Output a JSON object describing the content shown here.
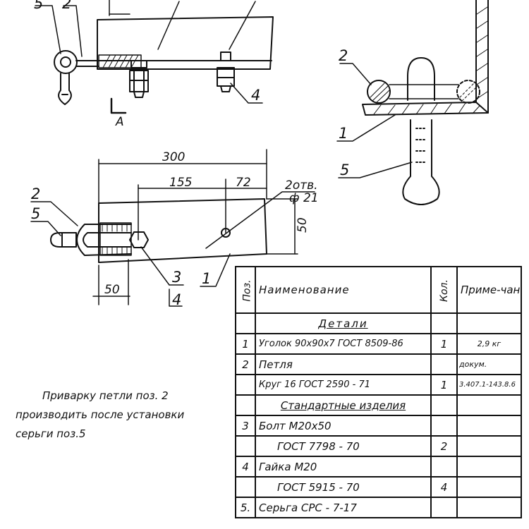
{
  "drawing": {
    "top_view": {
      "dims": {
        "overall": "300",
        "hole_pos": "155",
        "hole_edge": "72",
        "width": "50",
        "loop": "50"
      },
      "hole_note_1": "2отв.",
      "hole_note_2": "ф 21",
      "refs": {
        "r2": "2",
        "r5": "5",
        "r3": "3",
        "r4": "4",
        "r1": "1"
      }
    },
    "front_view": {
      "refs": {
        "r5": "5",
        "r2": "2",
        "r4": "4"
      },
      "section_mark": "A"
    },
    "section_view": {
      "refs": {
        "r2": "2",
        "r1": "1",
        "r5": "5"
      }
    }
  },
  "note": {
    "line1": "Приварку петли поз. 2",
    "line2": "производить после установки",
    "line3": "серьги поз.5"
  },
  "bom": {
    "headers": {
      "pos": "Поз.",
      "name": "Наименование",
      "qty": "Кол.",
      "note": "Приме-чание"
    },
    "section_parts": "Детали",
    "section_std": "Стандартные изделия",
    "rows": [
      {
        "pos": "1",
        "name": "Уголок 90х90х7 ГОСТ 8509-86",
        "qty": "1",
        "note": "2,9 кг"
      },
      {
        "pos": "2",
        "name": "Петля",
        "qty": "",
        "note": "докум."
      },
      {
        "pos": "",
        "name": "Круг 16   ГОСТ 2590 - 71",
        "qty": "1",
        "note": "3.407.1-143.8.6"
      },
      {
        "pos": "3",
        "name": "Болт  М20х50",
        "qty": "",
        "note": ""
      },
      {
        "pos": "",
        "name": "ГОСТ 7798 - 70",
        "qty": "2",
        "note": ""
      },
      {
        "pos": "4",
        "name": "Гайка  М20",
        "qty": "",
        "note": ""
      },
      {
        "pos": "",
        "name": "ГОСТ 5915 - 70",
        "qty": "4",
        "note": ""
      },
      {
        "pos": "5.",
        "name": "Серьга  СРС - 7-17",
        "qty": "",
        "note": ""
      }
    ]
  }
}
